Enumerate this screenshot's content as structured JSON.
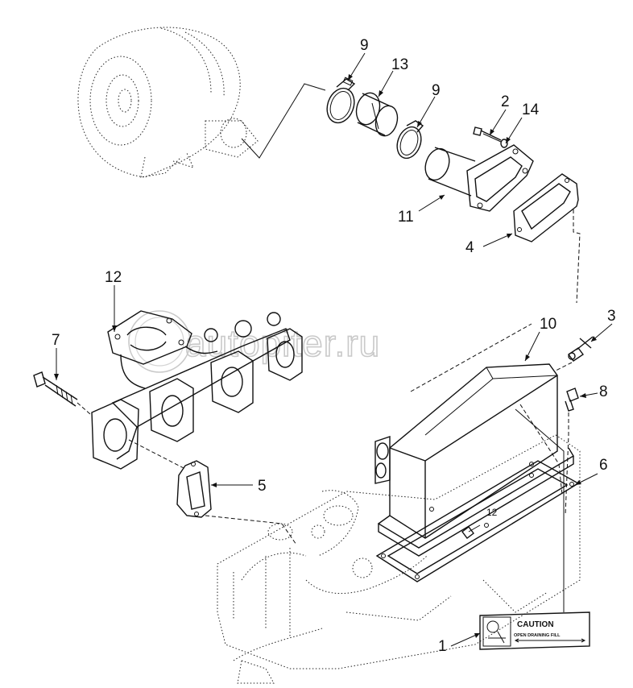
{
  "watermark": "autopiter.ru",
  "callouts": {
    "c1": "1",
    "c2": "2",
    "c3": "3",
    "c4": "4",
    "c5": "5",
    "c6": "6",
    "c7": "7",
    "c8": "8",
    "c9a": "9",
    "c9b": "9",
    "c10": "10",
    "c11": "11",
    "c12": "12",
    "c12b": "12",
    "c13": "13",
    "c14": "14"
  },
  "caution_label": {
    "title": "CAUTION",
    "subtitle": "OPEN DRAINING FILL"
  }
}
